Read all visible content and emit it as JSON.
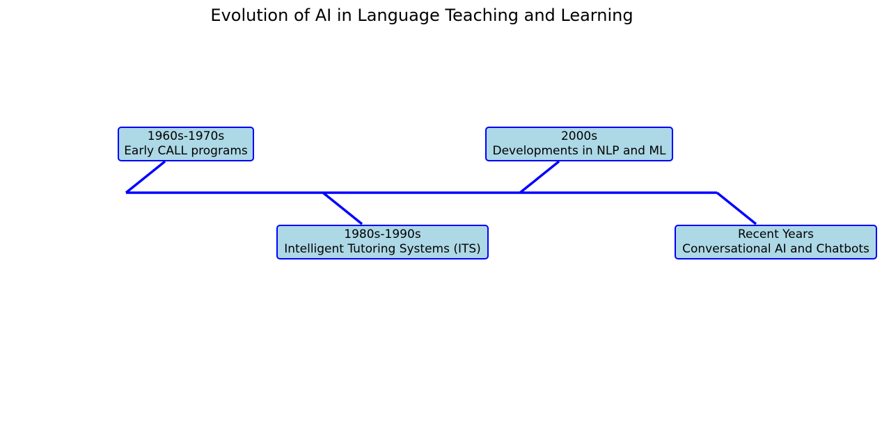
{
  "title": "Evolution of AI in Language Teaching and Learning",
  "colors": {
    "line": "#0000ff",
    "box_fill": "#add8e6",
    "box_border": "#0000ff",
    "background": "#ffffff"
  },
  "timeline": {
    "events": [
      {
        "period": "1960s-1970s",
        "description": "Early CALL programs",
        "placement": "above"
      },
      {
        "period": "1980s-1990s",
        "description": "Intelligent Tutoring Systems (ITS)",
        "placement": "below"
      },
      {
        "period": "2000s",
        "description": "Developments in NLP and ML",
        "placement": "above"
      },
      {
        "period": "Recent Years",
        "description": "Conversational AI and Chatbots",
        "placement": "below"
      }
    ]
  }
}
